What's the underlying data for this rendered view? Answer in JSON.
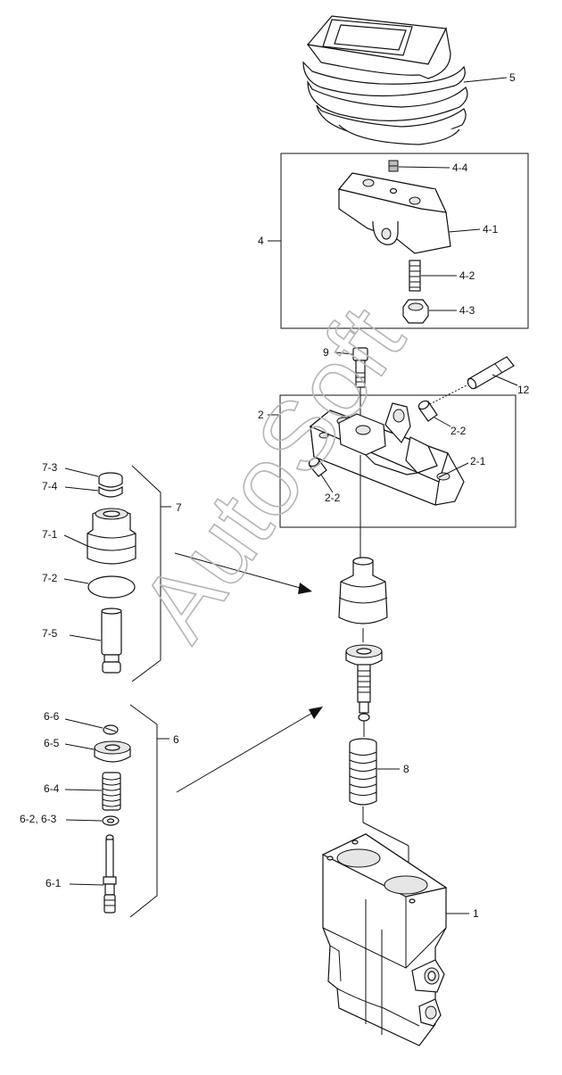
{
  "labels": {
    "p1": "1",
    "p2": "2",
    "p2_1": "2-1",
    "p2_2a": "2-2",
    "p2_2b": "2-2",
    "p4": "4",
    "p4_1": "4-1",
    "p4_2": "4-2",
    "p4_3": "4-3",
    "p4_4": "4-4",
    "p5": "5",
    "p6": "6",
    "p6_1": "6-1",
    "p6_23": "6-2, 6-3",
    "p6_4": "6-4",
    "p6_5": "6-5",
    "p6_6": "6-6",
    "p7": "7",
    "p7_1": "7-1",
    "p7_2": "7-2",
    "p7_3": "7-3",
    "p7_4": "7-4",
    "p7_5": "7-5",
    "p8": "8",
    "p9": "9",
    "p12": "12"
  },
  "watermark": "AutoSoft",
  "colors": {
    "line": "#111111",
    "watermark": "#b5b5b5",
    "background": "#ffffff"
  }
}
